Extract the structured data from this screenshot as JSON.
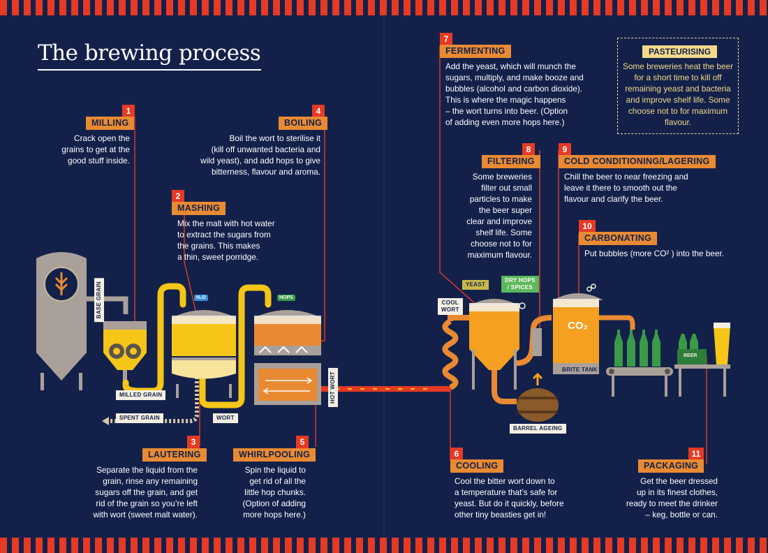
{
  "title": "The brewing process",
  "steps": [
    {
      "num": "1",
      "name": "MILLING",
      "desc": "Crack open the\ngrains to get at the\ngood stuff inside."
    },
    {
      "num": "2",
      "name": "MASHING",
      "desc": "Mix the malt with hot water\nto extract the sugars from\nthe grains. This makes\na thin, sweet porridge."
    },
    {
      "num": "3",
      "name": "LAUTERING",
      "desc": "Separate the liquid from the\ngrain, rinse any remaining\nsugars off the grain, and get\nrid of the grain so you’re left\nwith wort (sweet malt water)."
    },
    {
      "num": "4",
      "name": "BOILING",
      "desc": "Boil the wort to sterilise it\n(kill off unwanted bacteria and\nwild yeast), and add hops to give\nbitterness, flavour and aroma."
    },
    {
      "num": "5",
      "name": "WHIRLPOOLING",
      "desc": "Spin the liquid to\nget rid of all the\nlittle hop chunks.\n(Option of adding\nmore hops here.)"
    },
    {
      "num": "6",
      "name": "COOLING",
      "desc": "Cool the bitter wort down to\na temperature that’s safe for\nyeast. But do it quickly, before\nother tiny beasties get in!"
    },
    {
      "num": "7",
      "name": "FERMENTING",
      "desc": "Add the yeast, which will munch the\nsugars, multiply, and make booze and\nbubbles (alcohol and carbon dioxide).\nThis is where the magic happens\n– the wort turns into beer. (Option\nof adding even more hops here.)"
    },
    {
      "num": "8",
      "name": "FILTERING",
      "desc": "Some breweries\nfilter out small\nparticles to make\nthe beer super\nclear and improve\nshelf life. Some\nchoose not to for\nmaximum flavour."
    },
    {
      "num": "9",
      "name": "COLD CONDITIONING/LAGERING",
      "desc": "Chill the beer to near freezing and\nleave it there to smooth out the\nflavour and clarify the beer."
    },
    {
      "num": "10",
      "name": "CARBONATING",
      "desc": "Put bubbles (more CO² ) into the beer."
    },
    {
      "num": "11",
      "name": "PACKAGING",
      "desc": "Get the beer dressed\nup in its finest clothes,\nready to meet the drinker\n– keg, bottle or can."
    }
  ],
  "pasteurising": {
    "name": "PASTEURISING",
    "desc": "Some breweries heat the beer for a short time to kill off remaining yeast and bacteria and improve shelf life. Some choose not to for maximum flavour."
  },
  "labels": {
    "base_grain": "BASE GRAIN",
    "milled_grain": "MILLED GRAIN",
    "spent_grain": "SPENT GRAIN",
    "wort": "WORT",
    "hot_wort": "HOT WORT",
    "cool_wort": "COOL\nWORT",
    "yeast": "YEAST",
    "dry_hops": "DRY HOPS\n/ SPICES",
    "barrel_ageing": "BARREL AGEING",
    "brite_tank": "BRITE TANK",
    "h2o": "H₂O",
    "hops": "HOPS",
    "co2": "CO₂",
    "beer_badge": "BEER"
  },
  "colors": {
    "background": "#13214a",
    "accent_red": "#e63a25",
    "accent_orange": "#e98a33",
    "wort_yellow": "#f5c518",
    "tank_grey": "#a9a09a",
    "cream": "#f3efe2",
    "bottle_green": "#3a9a46"
  }
}
